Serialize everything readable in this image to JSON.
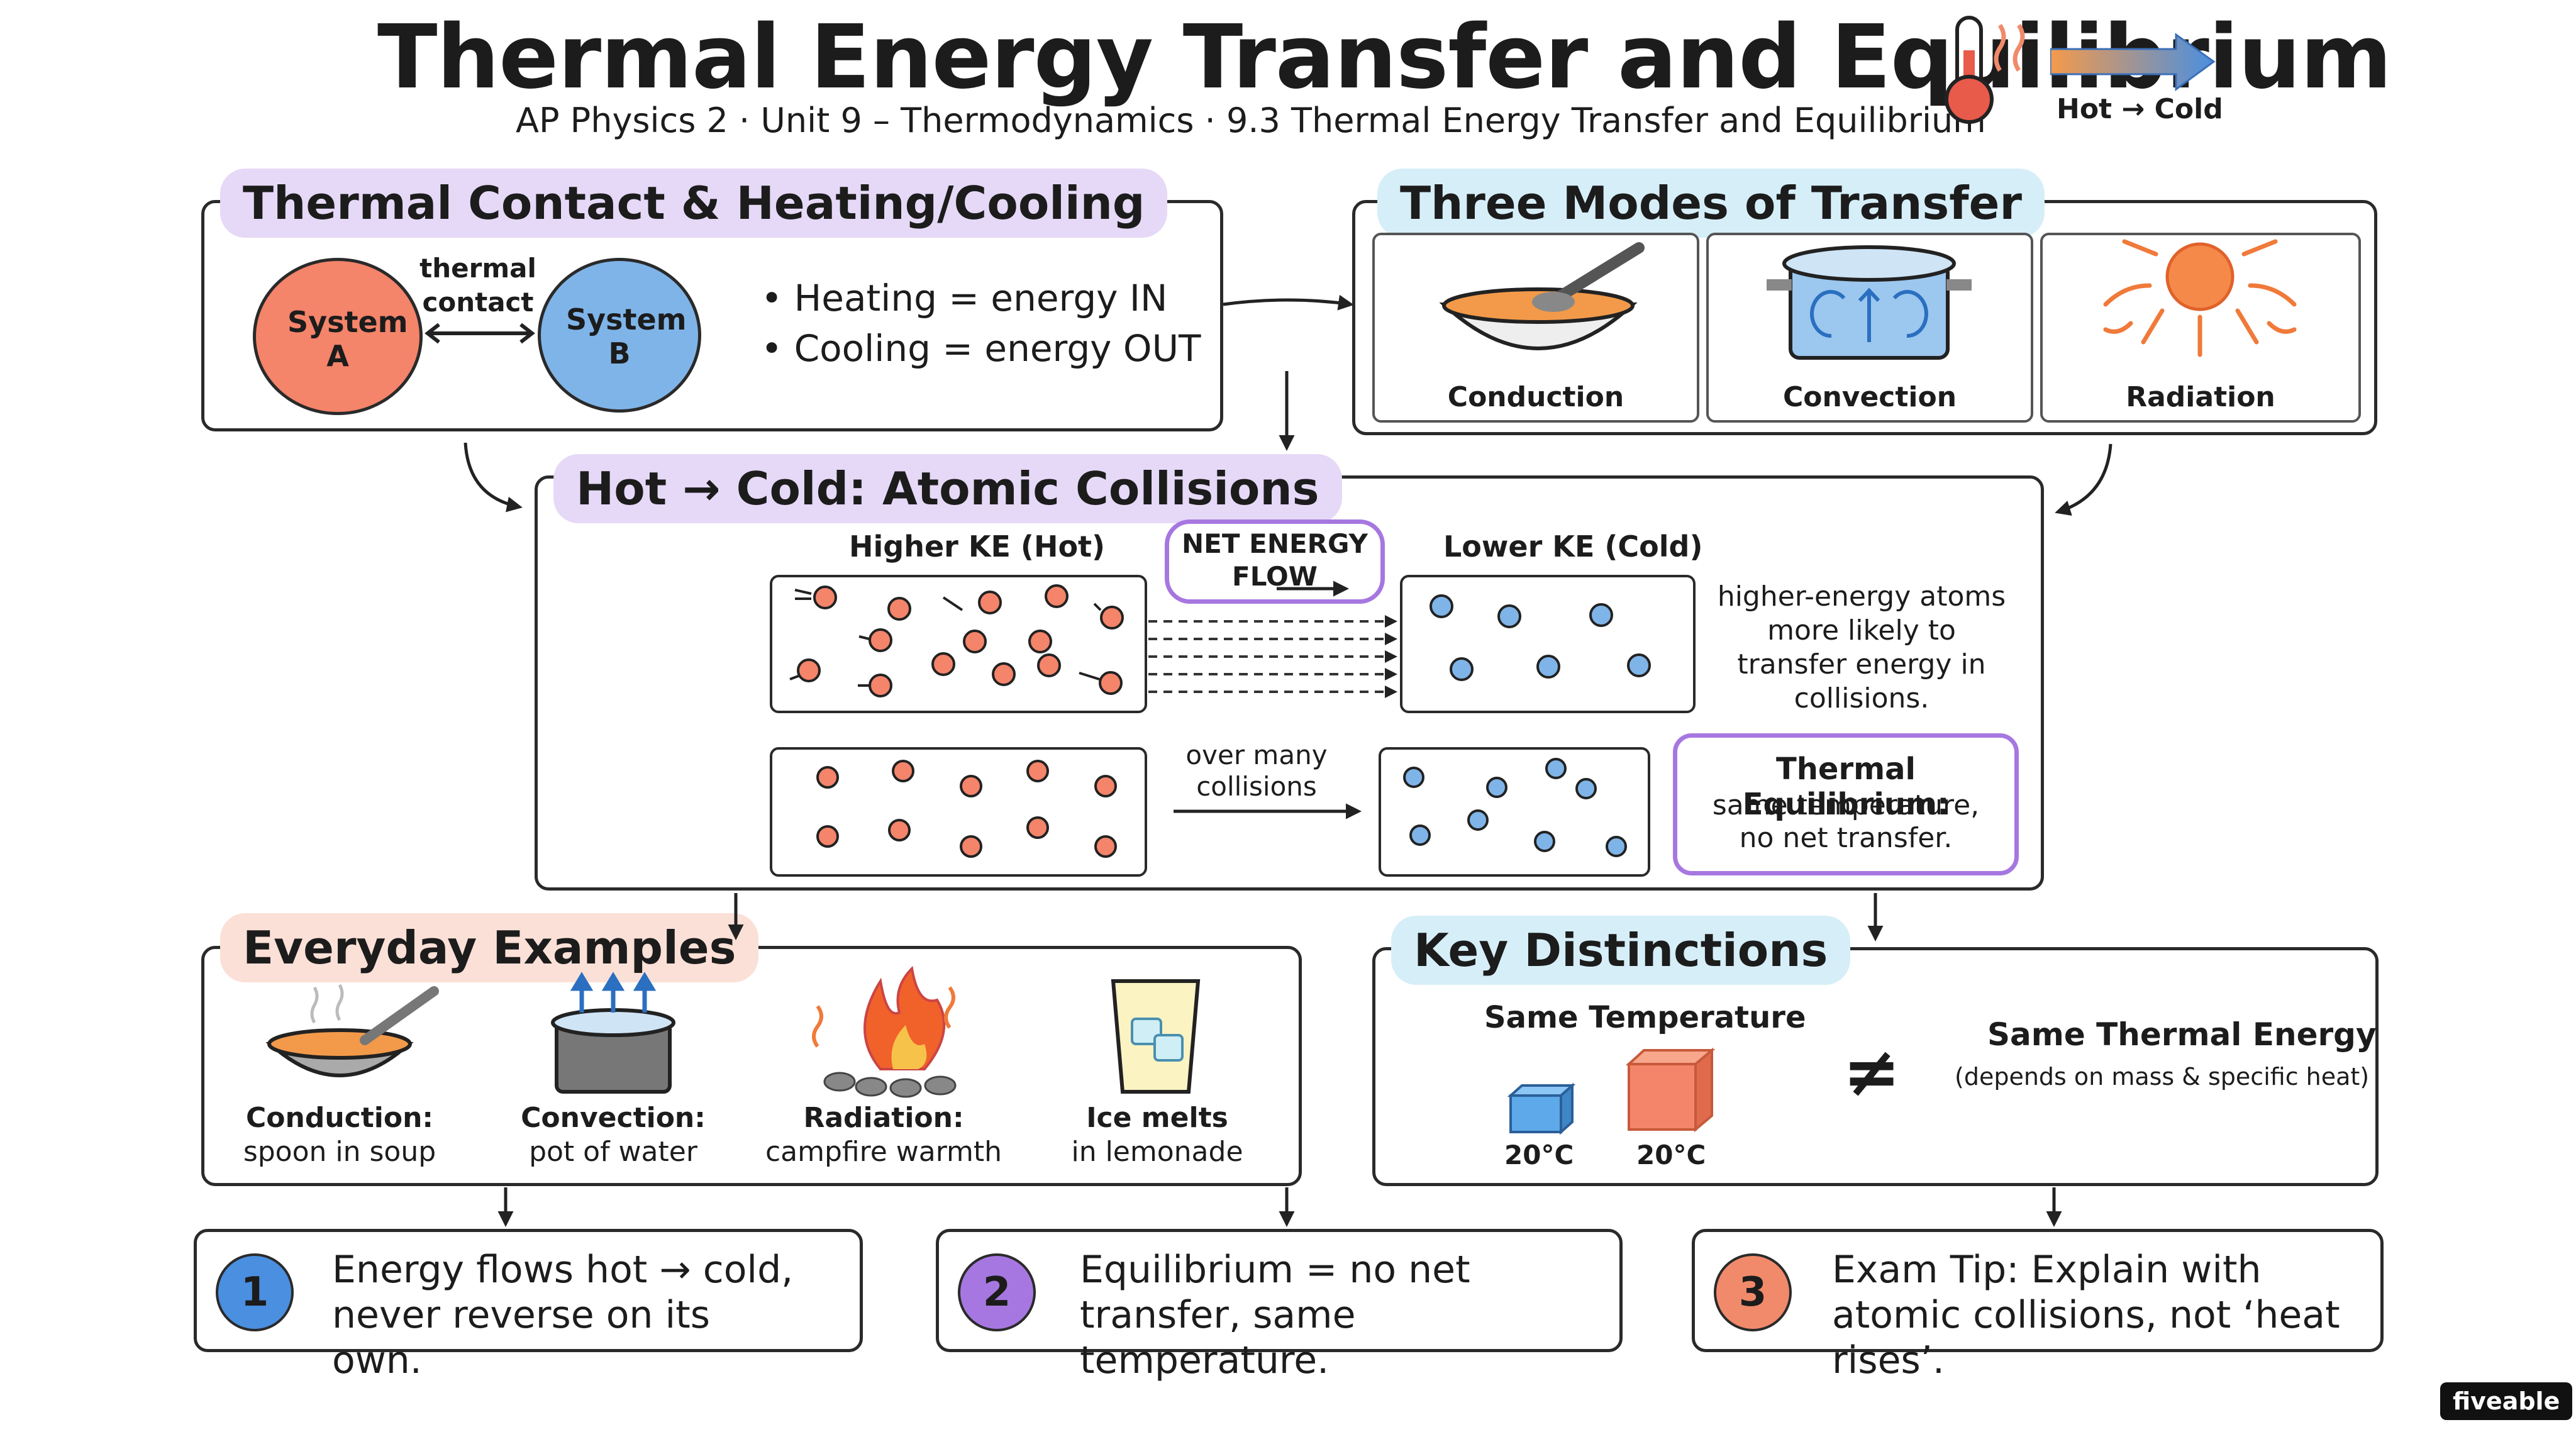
{
  "header": {
    "title": "Thermal Energy Transfer and Equilibrium",
    "subtitle": "AP Physics 2 · Unit 9 – Thermodynamics · 9.3 Thermal Energy Transfer and Equilibrium",
    "hot_cold": "Hot → Cold"
  },
  "contact": {
    "title": "Thermal Contact & Heating/Cooling",
    "system_a": "System A",
    "system_b": "System B",
    "contact_label": "thermal contact",
    "heating": "• Heating = energy IN",
    "cooling": "• Cooling = energy OUT"
  },
  "modes": {
    "title": "Three Modes of Transfer",
    "items": [
      "Conduction",
      "Convection",
      "Radiation"
    ]
  },
  "collisions": {
    "title": "Hot → Cold: Atomic Collisions",
    "hot_label": "Higher KE (Hot)",
    "cold_label": "Lower KE (Cold)",
    "net_flow": "NET ENERGY FLOW",
    "note": "higher-energy atoms more likely to transfer energy in collisions.",
    "over_many": "over many collisions",
    "equilibrium_title": "Thermal Equilibrium:",
    "equilibrium_text": "same temperature, no net transfer."
  },
  "examples": {
    "title": "Everyday Examples",
    "items": [
      {
        "name": "Conduction:",
        "desc": "spoon in soup"
      },
      {
        "name": "Convection:",
        "desc": "pot of water"
      },
      {
        "name": "Radiation:",
        "desc": "campfire warmth"
      },
      {
        "name": "Ice melts",
        "desc": "in lemonade"
      }
    ]
  },
  "distinctions": {
    "title": "Key Distinctions",
    "same_temp": "Same Temperature",
    "neq": "≠",
    "same_energy": "Same Thermal Energy",
    "same_energy_note": "(depends on mass & specific heat)",
    "temp_small": "20°C",
    "temp_large": "20°C"
  },
  "takeaways": [
    {
      "num": "1",
      "text": "Energy flows hot → cold, never reverse on its own."
    },
    {
      "num": "2",
      "text": "Equilibrium = no net transfer, same temperature."
    },
    {
      "num": "3",
      "text": "Exam Tip: Explain with atomic collisions, not ‘heat rises’."
    }
  ],
  "brand": "fiveable",
  "colors": {
    "hot": "#f4846a",
    "cold": "#7fb4e8",
    "accent_purple": "#a677e0",
    "num1": "#4a8fe0",
    "num2": "#a677e0",
    "num3": "#f08a6a"
  }
}
